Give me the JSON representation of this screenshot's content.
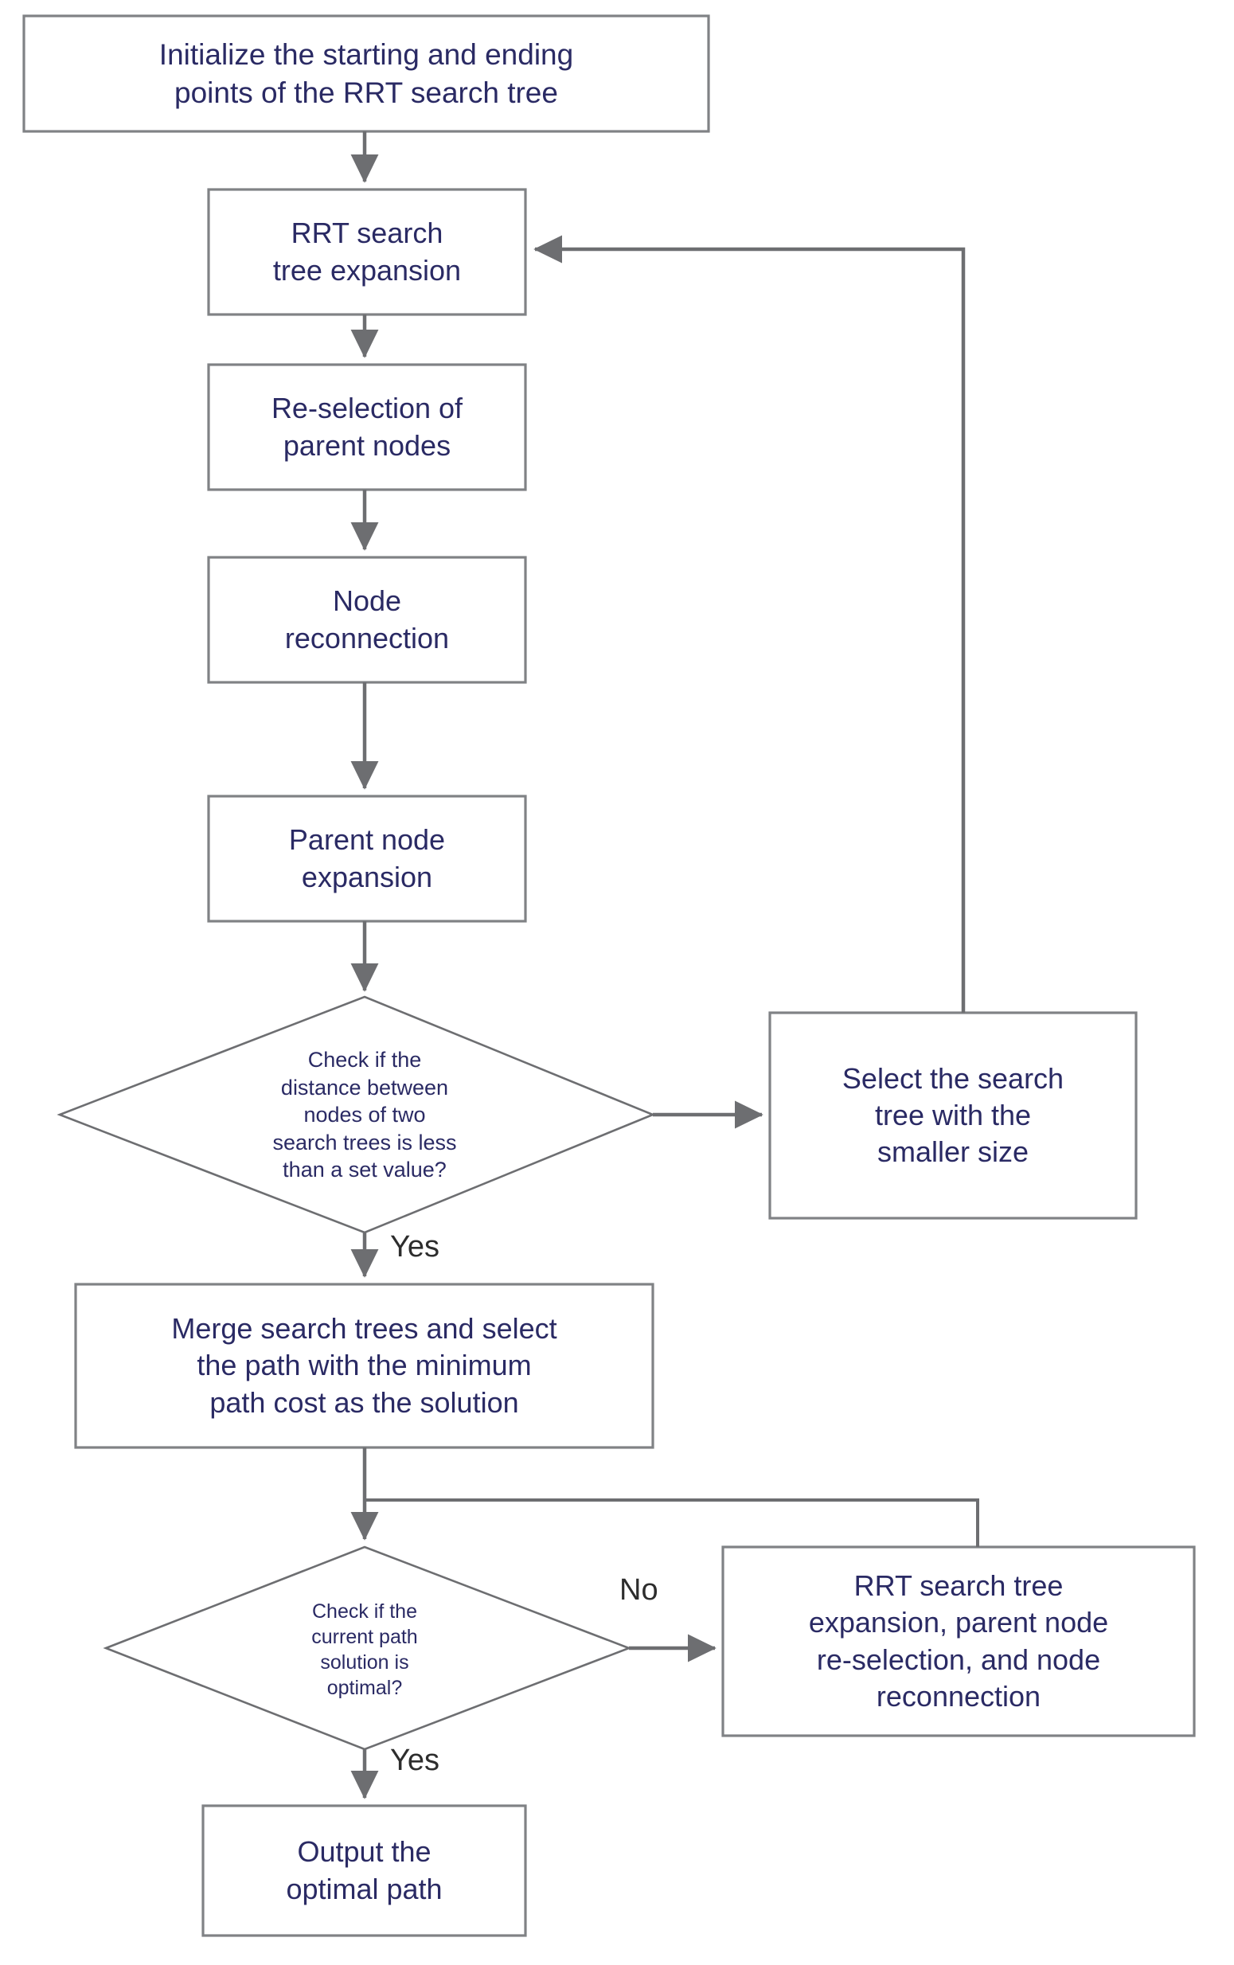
{
  "diagram": {
    "title": "RRT path planning algorithm flowchart",
    "type": "flowchart",
    "colors": {
      "node_text": "#2a2a64",
      "node_border": "#808285",
      "connector": "#6d6e71",
      "edge_label_text": "#2d2d2d",
      "background": "#ffffff"
    },
    "nodes": [
      {
        "id": "init",
        "shape": "rectangle",
        "text": "Initialize the starting and ending\npoints of the RRT search tree"
      },
      {
        "id": "expand",
        "shape": "rectangle",
        "text": "RRT search\ntree expansion"
      },
      {
        "id": "reselect",
        "shape": "rectangle",
        "text": "Re-selection of\nparent nodes"
      },
      {
        "id": "reconnect",
        "shape": "rectangle",
        "text": "Node\nreconnection"
      },
      {
        "id": "parent-expand",
        "shape": "rectangle",
        "text": "Parent node\nexpansion"
      },
      {
        "id": "check-distance",
        "shape": "diamond",
        "text": "Check if the\ndistance between\nnodes of two\nsearch trees is less\nthan a set value?"
      },
      {
        "id": "select-smaller",
        "shape": "rectangle",
        "text": "Select the search\ntree with the\nsmaller size"
      },
      {
        "id": "merge",
        "shape": "rectangle",
        "text": "Merge search trees and select\nthe path with the minimum\npath cost as the solution"
      },
      {
        "id": "check-optimal",
        "shape": "diamond",
        "text": "Check if the\ncurrent path\nsolution is\noptimal?"
      },
      {
        "id": "reexpand",
        "shape": "rectangle",
        "text": "RRT search tree\nexpansion, parent node\nre-selection, and node\nreconnection"
      },
      {
        "id": "output",
        "shape": "rectangle",
        "text": "Output the\noptimal path"
      }
    ],
    "edge_labels": {
      "distance_yes": "Yes",
      "optimal_no": "No",
      "optimal_yes": "Yes"
    }
  }
}
